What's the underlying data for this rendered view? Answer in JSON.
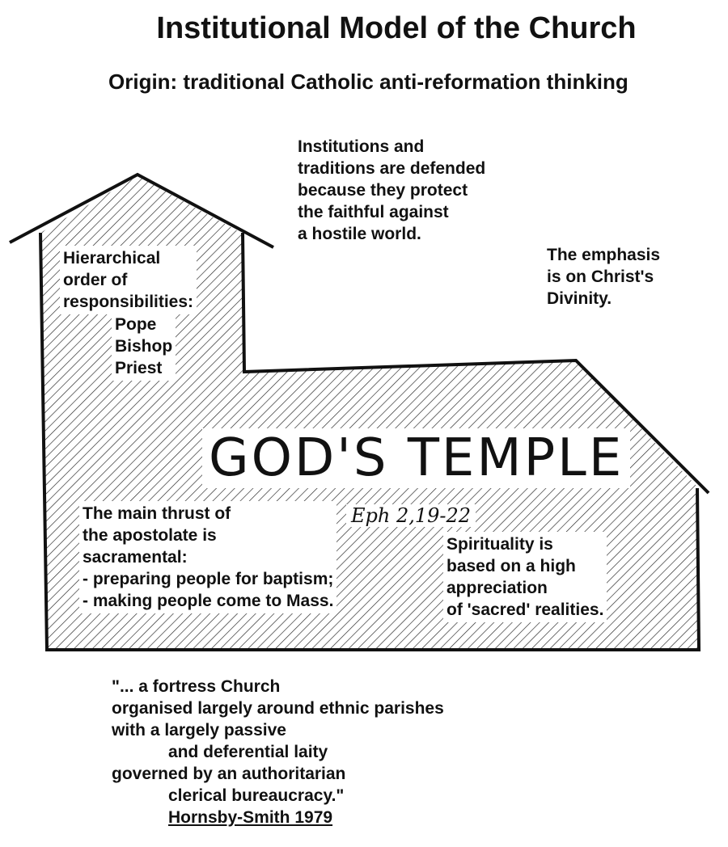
{
  "title": "Institutional Model of the Church",
  "subtitle": "Origin: traditional Catholic anti-reformation thinking",
  "callouts": {
    "institutions": [
      "Institutions and",
      "traditions are defended",
      "because they protect",
      "the faithful against",
      "a hostile world."
    ],
    "emphasis": [
      "The emphasis",
      "is on Christ's",
      "Divinity."
    ]
  },
  "building": {
    "label": "GOD'S TEMPLE",
    "reference": "Eph 2,19-22",
    "hierarchy": {
      "lines": [
        "Hierarchical",
        "order of",
        "responsibilities:"
      ],
      "ranks": [
        "Pope",
        "Bishop",
        "Priest"
      ]
    },
    "apostolate": [
      "The main thrust of",
      "the apostolate is",
      "sacramental:",
      "- preparing people for baptism;",
      "- making people come to Mass."
    ],
    "spirituality": [
      "Spirituality is",
      "based on a high",
      "appreciation",
      "of 'sacred' realities."
    ]
  },
  "quote": {
    "lines": [
      "\"... a fortress Church",
      "organised largely around ethnic parishes",
      "with a largely passive"
    ],
    "indented1": "and deferential laity",
    "line4": "governed by an authoritarian",
    "indented2": "clerical bureaucracy.\"",
    "citation": "Hornsby-Smith  1979"
  }
}
